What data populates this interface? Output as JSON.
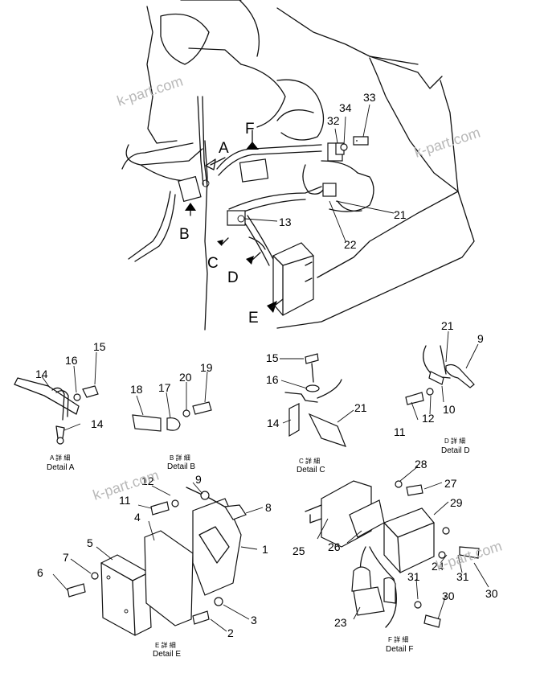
{
  "watermarks": [
    "k-part.com",
    "k-part.com",
    "k-part.com",
    "k-part.com"
  ],
  "view_letters": [
    "A",
    "B",
    "C",
    "D",
    "E",
    "F"
  ],
  "main_callouts": [
    "32",
    "34",
    "33",
    "21",
    "22",
    "13"
  ],
  "detail_a": {
    "title_jp": "A 詳 細",
    "title_en": "Detail A",
    "callouts": [
      "14",
      "16",
      "15",
      "14"
    ]
  },
  "detail_b": {
    "title_jp": "B 詳 細",
    "title_en": "Detail B",
    "callouts": [
      "18",
      "17",
      "20",
      "19"
    ]
  },
  "detail_c": {
    "title_jp": "C 詳 細",
    "title_en": "Detail C",
    "callouts": [
      "15",
      "16",
      "21",
      "14"
    ]
  },
  "detail_d": {
    "title_jp": "D 詳 細",
    "title_en": "Detail D",
    "callouts": [
      "21",
      "9",
      "10",
      "11",
      "12"
    ]
  },
  "detail_e": {
    "title_jp": "E 詳 細",
    "title_en": "Detail E",
    "callouts": [
      "12",
      "9",
      "11",
      "8",
      "4",
      "5",
      "1",
      "7",
      "6",
      "3",
      "2"
    ]
  },
  "detail_f": {
    "title_jp": "F 詳 細",
    "title_en": "Detail F",
    "callouts": [
      "28",
      "27",
      "29",
      "25",
      "26",
      "24",
      "31",
      "30",
      "31",
      "30",
      "23"
    ]
  }
}
